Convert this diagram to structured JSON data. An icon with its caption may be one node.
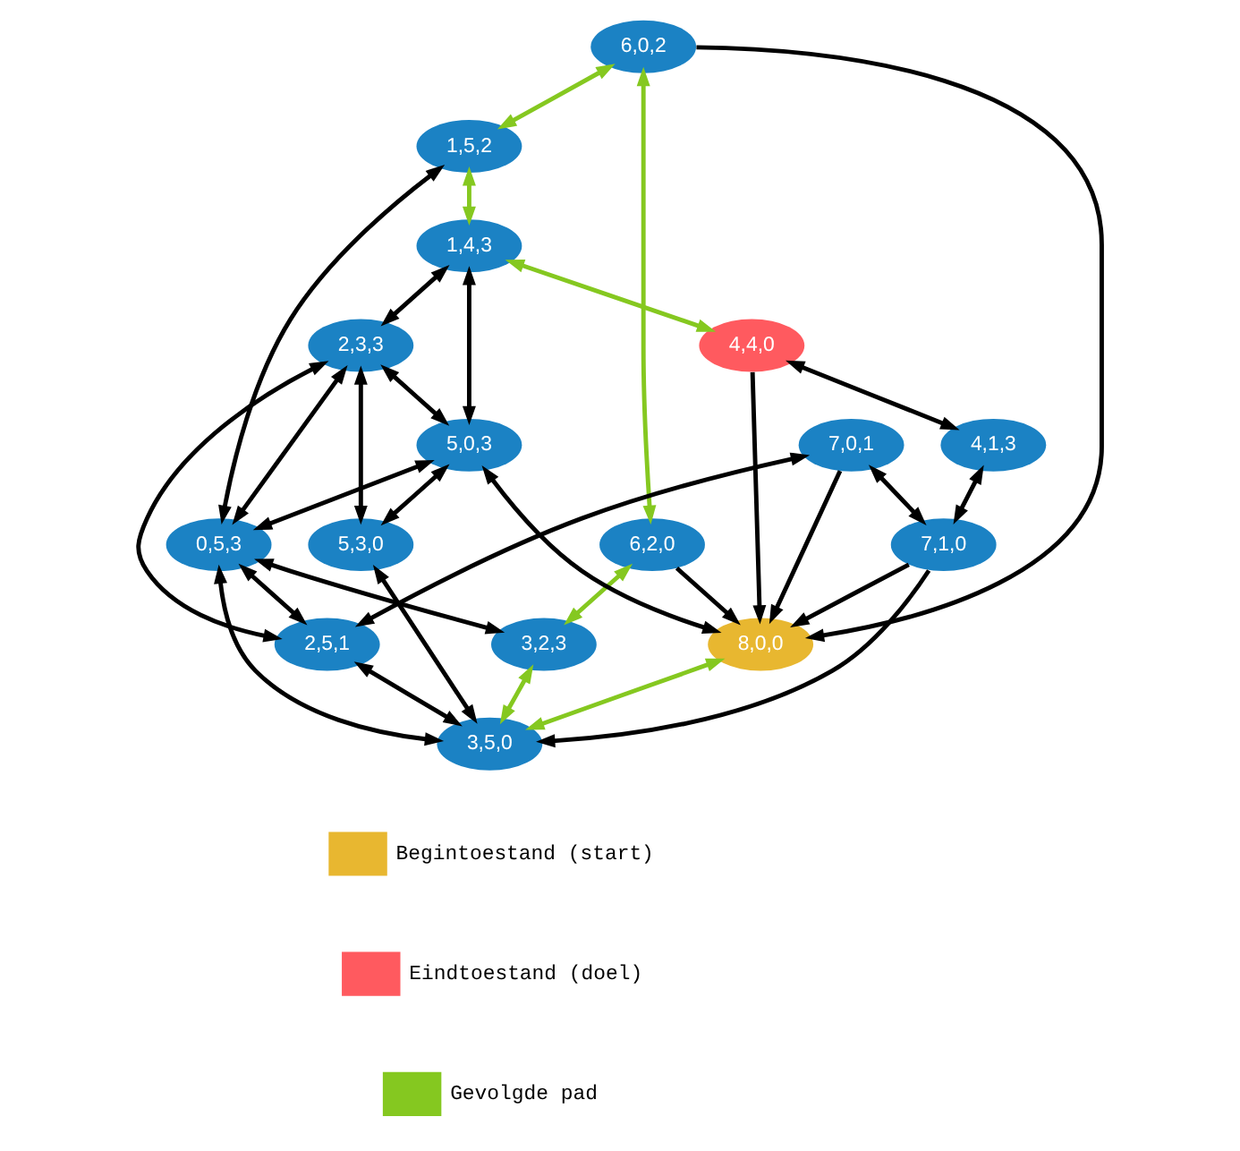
{
  "diagram": {
    "nodes": [
      {
        "text": [
          "1,5,2"
        ]
      },
      {
        "text": [
          "6,0,2"
        ]
      },
      {
        "text": [
          "4,4,0"
        ]
      },
      {
        "text": [
          "1,4,3"
        ]
      },
      {
        "text": [
          "6,2,0"
        ]
      },
      {
        "text": [
          "5,0,3"
        ]
      },
      {
        "text": [
          "2,3,3"
        ]
      },
      {
        "text": [
          "7,0,1"
        ]
      },
      {
        "text": [
          "4,1,3"
        ]
      },
      {
        "text": [
          "8,0,0"
        ]
      },
      {
        "text": [
          "0,5,3"
        ]
      },
      {
        "text": [
          "3,2,3"
        ]
      },
      {
        "text": [
          "5,3,0"
        ]
      },
      {
        "text": [
          "2,5,1"
        ]
      },
      {
        "text": [
          "3,5,0"
        ]
      },
      {
        "text": [
          "7,1,0"
        ]
      }
    ],
    "edges": [
      {
        "from": 1,
        "to": 0,
        "arrow": "both",
        "color": "#85c820"
      },
      {
        "from": 0,
        "to": 3,
        "arrow": "both",
        "color": "#85c820"
      },
      {
        "from": 3,
        "to": 2,
        "arrow": "both",
        "color": "#85c820"
      },
      {
        "from": 1,
        "to": 4,
        "arrow": "both",
        "color": "#85c820"
      },
      {
        "from": 4,
        "to": 11,
        "arrow": "both",
        "color": "#85c820"
      },
      {
        "from": 11,
        "to": 14,
        "arrow": "both",
        "color": "#85c820"
      },
      {
        "from": 9,
        "to": 14,
        "arrow": "both",
        "color": "#85c820"
      },
      {
        "from": 2,
        "to": 9,
        "arrow": "to"
      },
      {
        "from": 7,
        "to": 9,
        "arrow": "to"
      },
      {
        "from": 1,
        "to": 9,
        "arrow": "to"
      },
      {
        "from": 4,
        "to": 9,
        "arrow": "to"
      },
      {
        "from": 5,
        "to": 9,
        "arrow": "both"
      },
      {
        "from": 3,
        "to": 5,
        "arrow": "both"
      },
      {
        "from": 6,
        "to": 5,
        "arrow": "both"
      },
      {
        "from": 0,
        "to": 10,
        "arrow": "both"
      },
      {
        "from": 3,
        "to": 6,
        "arrow": "both"
      },
      {
        "from": 6,
        "to": 10,
        "arrow": "both"
      },
      {
        "from": 5,
        "to": 10,
        "arrow": "both"
      },
      {
        "from": 10,
        "to": 11,
        "arrow": "both"
      },
      {
        "from": 5,
        "to": 12,
        "arrow": "both"
      },
      {
        "from": 10,
        "to": 14,
        "arrow": "both"
      },
      {
        "from": 10,
        "to": 13,
        "arrow": "both"
      },
      {
        "from": 6,
        "to": 12,
        "arrow": "both"
      },
      {
        "from": 6,
        "to": 13,
        "arrow": "both"
      },
      {
        "from": 7,
        "to": 13,
        "arrow": "both"
      },
      {
        "from": 7,
        "to": 15,
        "arrow": "both"
      },
      {
        "from": 8,
        "to": 15,
        "arrow": "both"
      },
      {
        "from": 2,
        "to": 8,
        "arrow": "both"
      },
      {
        "from": 12,
        "to": 14,
        "arrow": "both"
      },
      {
        "from": 13,
        "to": 14,
        "arrow": "both"
      },
      {
        "from": 15,
        "to": 14,
        "arrow": "to"
      },
      {
        "from": 15,
        "to": 9,
        "arrow": "to"
      }
    ],
    "legend": [
      {
        "text": "Begintoestand (start)",
        "color": "#e8b730"
      },
      {
        "text": "Eindtoestand (doel)",
        "color": "#ff5a5f"
      },
      {
        "text": "Gevolgde pad"
      }
    ]
  }
}
